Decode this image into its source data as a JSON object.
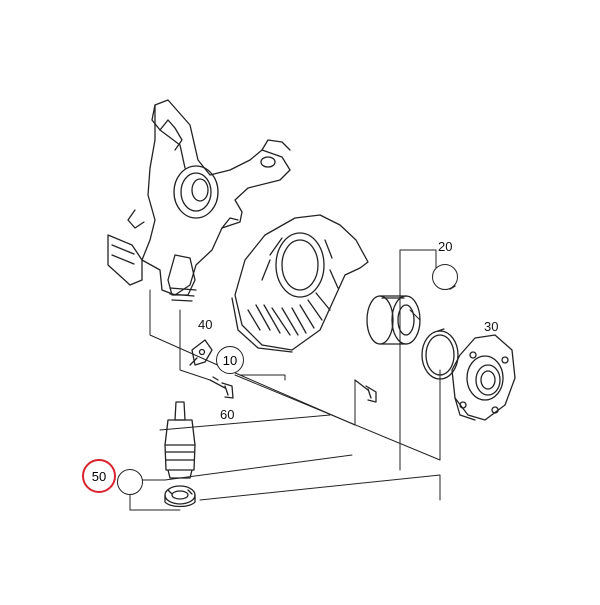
{
  "callouts": {
    "p10": "10",
    "p20": "20",
    "p30": "30",
    "p40": "40",
    "p50": "50",
    "p60": "60"
  },
  "icons": [
    "wrench-icon",
    "wrench-icon"
  ],
  "colors": {
    "line": "#222222",
    "highlight": "#d9232e",
    "background": "#ffffff"
  }
}
